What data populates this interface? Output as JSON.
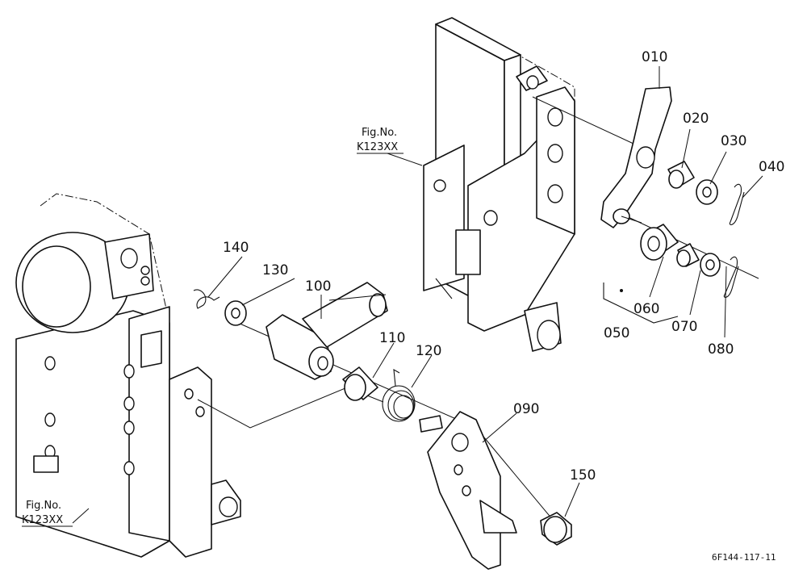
{
  "fig_refs": [
    {
      "line1": "Fig.No.",
      "line2": "K123XX"
    },
    {
      "line1": "Fig.No.",
      "line2": "K123XX"
    }
  ],
  "callouts": [
    "010",
    "020",
    "030",
    "040",
    "050",
    "060",
    "070",
    "080",
    "090",
    "100",
    "110",
    "120",
    "130",
    "140",
    "150"
  ],
  "drawing_code": "6F144-117-11"
}
